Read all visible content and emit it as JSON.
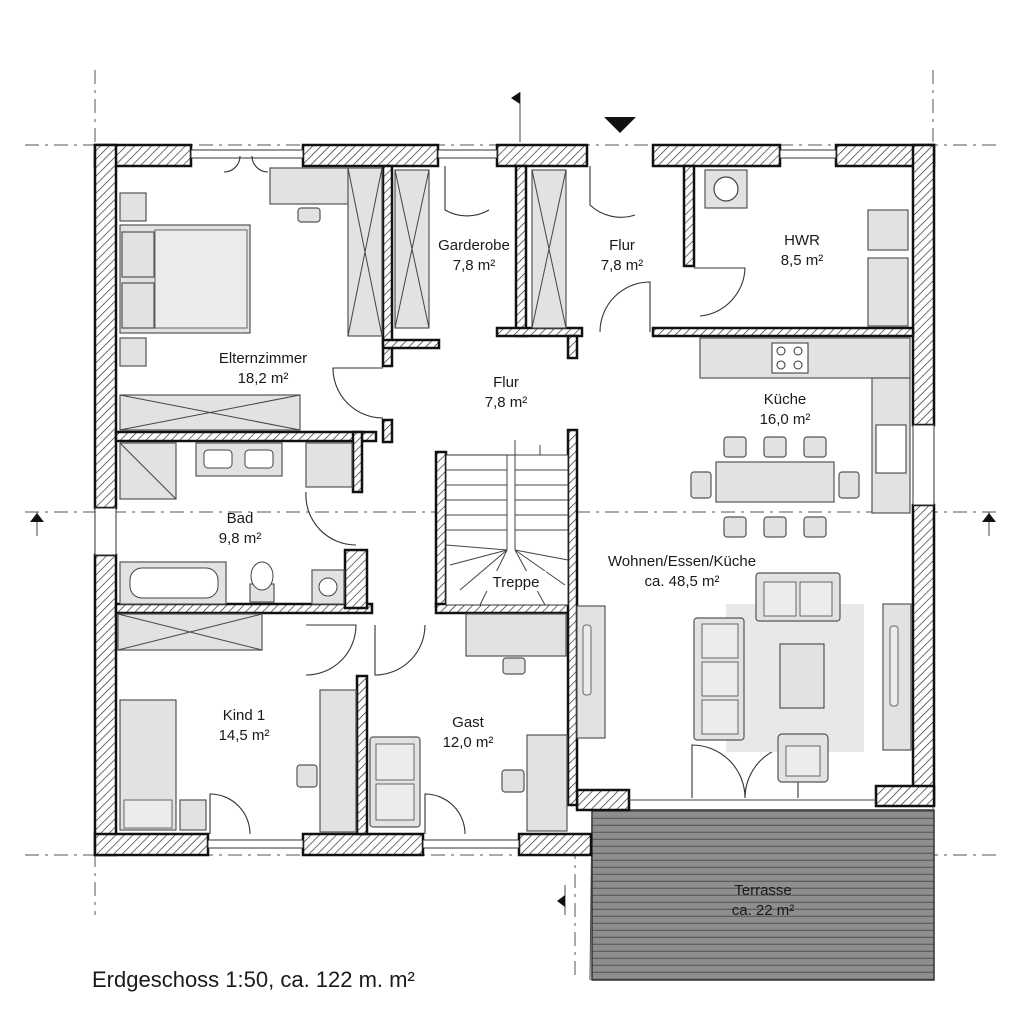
{
  "rooms": {
    "elternzimmer": {
      "name": "Elternzimmer",
      "area": "18,2 m²"
    },
    "garderobe": {
      "name": "Garderobe",
      "area": "7,8 m²"
    },
    "flur_oben": {
      "name": "Flur",
      "area": "7,8 m²"
    },
    "hwr": {
      "name": "HWR",
      "area": "8,5 m²"
    },
    "flur_mitte": {
      "name": "Flur",
      "area": "7,8 m²"
    },
    "kueche": {
      "name": "Küche",
      "area": "16,0 m²"
    },
    "bad": {
      "name": "Bad",
      "area": "9,8 m²"
    },
    "treppe": {
      "name": "Treppe"
    },
    "wohnen": {
      "name": "Wohnen/Essen/Küche",
      "area": "ca. 48,5 m²"
    },
    "kind1": {
      "name": "Kind 1",
      "area": "14,5 m²"
    },
    "gast": {
      "name": "Gast",
      "area": "12,0 m²"
    },
    "terrasse": {
      "name": "Terrasse",
      "area": "ca. 22 m²"
    }
  },
  "caption": "Erdgeschoss 1:50, ca. 122 m. m²"
}
